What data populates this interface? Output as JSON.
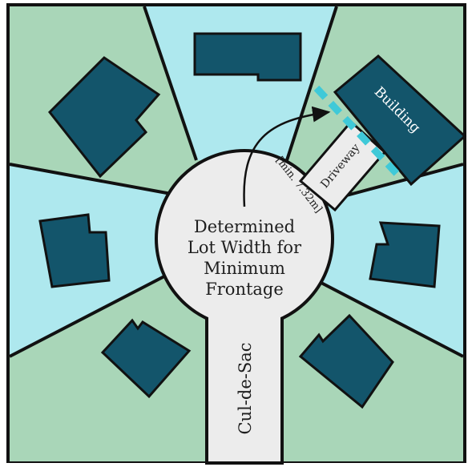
{
  "colors": {
    "lot_green": "#a9d6b8",
    "lot_cyan": "#aee8ee",
    "building": "#13556b",
    "road": "#ececec",
    "outline": "#111111",
    "setback_line": "#3fc9d8",
    "label_dark": "#1e1e1e",
    "label_light": "#ffffff"
  },
  "labels": {
    "center_line1": "Determined",
    "center_line2": "Lot Width for",
    "center_line3": "Minimum",
    "center_line4": "Frontage",
    "min_width": "[min. 7.32m]",
    "driveway": "Driveway",
    "building": "Building",
    "street": "Cul-de-Sac"
  },
  "icons": {
    "arrow": "curved-arrow-icon"
  }
}
